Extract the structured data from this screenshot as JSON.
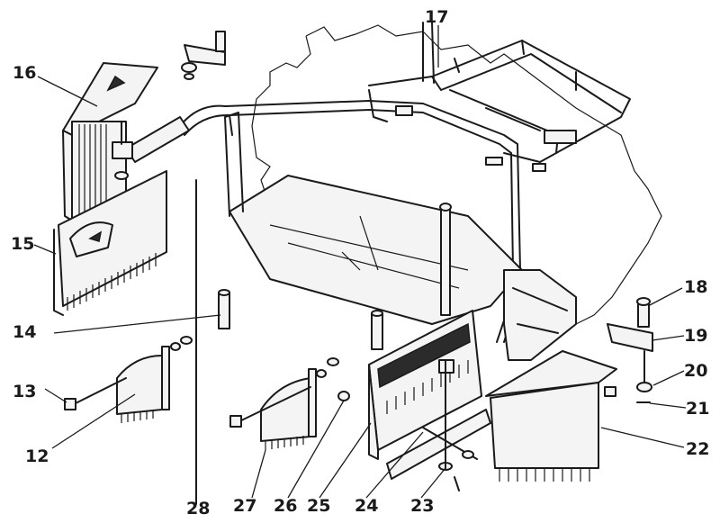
{
  "callouts": {
    "c12": "12",
    "c13": "13",
    "c14": "14",
    "c15": "15",
    "c16": "16",
    "c17": "17",
    "c18": "18",
    "c19": "19",
    "c20": "20",
    "c21": "21",
    "c22": "22",
    "c23": "23",
    "c24": "24",
    "c25": "25",
    "c26": "26",
    "c27": "27",
    "c28": "28"
  },
  "colors": {
    "ink": "#1a1a1a",
    "paper": "#ffffff"
  }
}
